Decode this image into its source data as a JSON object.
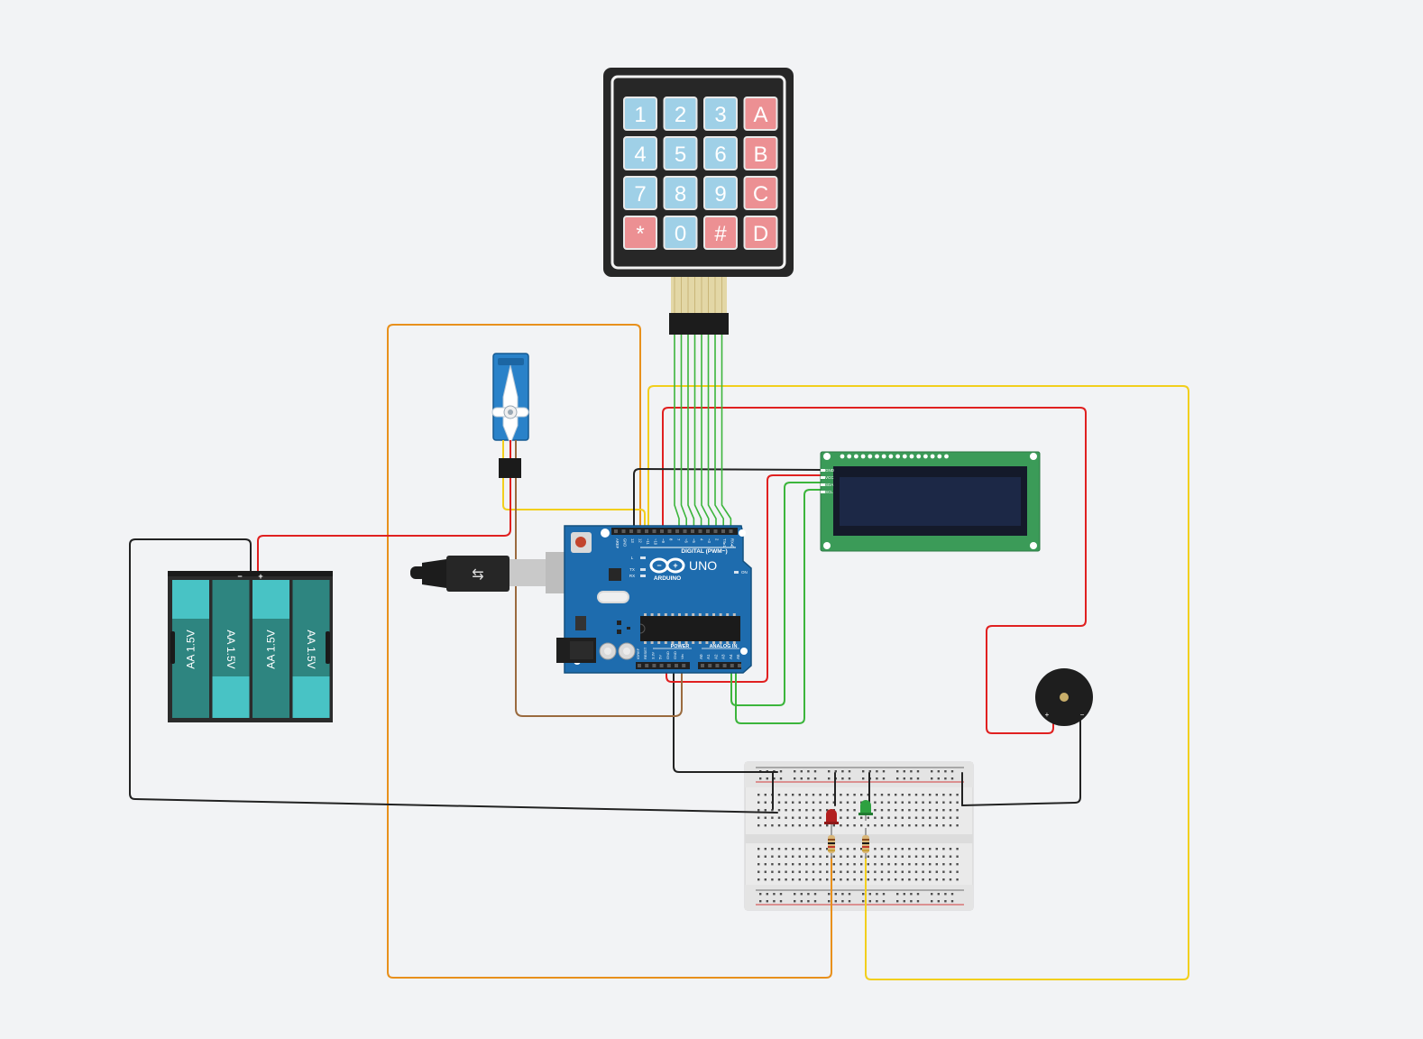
{
  "keypad": {
    "rows": [
      [
        {
          "label": "1",
          "kind": "num"
        },
        {
          "label": "2",
          "kind": "num"
        },
        {
          "label": "3",
          "kind": "num"
        },
        {
          "label": "A",
          "kind": "letter"
        }
      ],
      [
        {
          "label": "4",
          "kind": "num"
        },
        {
          "label": "5",
          "kind": "num"
        },
        {
          "label": "6",
          "kind": "num"
        },
        {
          "label": "B",
          "kind": "letter"
        }
      ],
      [
        {
          "label": "7",
          "kind": "num"
        },
        {
          "label": "8",
          "kind": "num"
        },
        {
          "label": "9",
          "kind": "num"
        },
        {
          "label": "C",
          "kind": "letter"
        }
      ],
      [
        {
          "label": "*",
          "kind": "letter"
        },
        {
          "label": "0",
          "kind": "num"
        },
        {
          "label": "#",
          "kind": "letter"
        },
        {
          "label": "D",
          "kind": "letter"
        }
      ]
    ]
  },
  "arduino": {
    "brand": "ARDUINO",
    "model": "UNO",
    "digital_label": "DIGITAL (PWM~)",
    "power_label": "POWER",
    "analog_label": "ANALOG IN",
    "on_label": "ON",
    "leds": [
      "L",
      "TX",
      "RX"
    ],
    "digital_pins": [
      "AREF",
      "GND",
      "13",
      "12",
      "~11",
      "~10",
      "~9",
      "8",
      "7",
      "~6",
      "~5",
      "4",
      "~3",
      "2",
      "TX▸1",
      "RX◂0"
    ],
    "power_pins": [
      "IOREF",
      "RESET",
      "3.3V",
      "5V",
      "GND",
      "GND",
      "Vin"
    ],
    "analog_pins": [
      "A0",
      "A1",
      "A2",
      "A3",
      "A4",
      "A5"
    ]
  },
  "lcd": {
    "pins": [
      "GND",
      "VCC",
      "SDA",
      "SCL"
    ]
  },
  "battery": {
    "cells": [
      "AA 1.5V",
      "AA 1.5V",
      "AA 1.5V",
      "AA 1.5V"
    ],
    "plus": "+",
    "minus": "−"
  },
  "buzzer": {
    "plus": "+",
    "minus": "−"
  },
  "colors": {
    "background": "#f2f3f5",
    "wire_red": "#e02020",
    "wire_black": "#222222",
    "wire_orange": "#e8901c",
    "wire_yellow": "#f2cf1d",
    "wire_green": "#3cb53c",
    "wire_brown": "#9a6a3e",
    "arduino_blue": "#1e6cae",
    "lcd_green": "#3b9b58",
    "key_blue": "#9fd0e7",
    "key_red": "#ec9093",
    "battery_teal": "#2e8580",
    "led_red": "#b21f1f",
    "led_green": "#2da140"
  }
}
